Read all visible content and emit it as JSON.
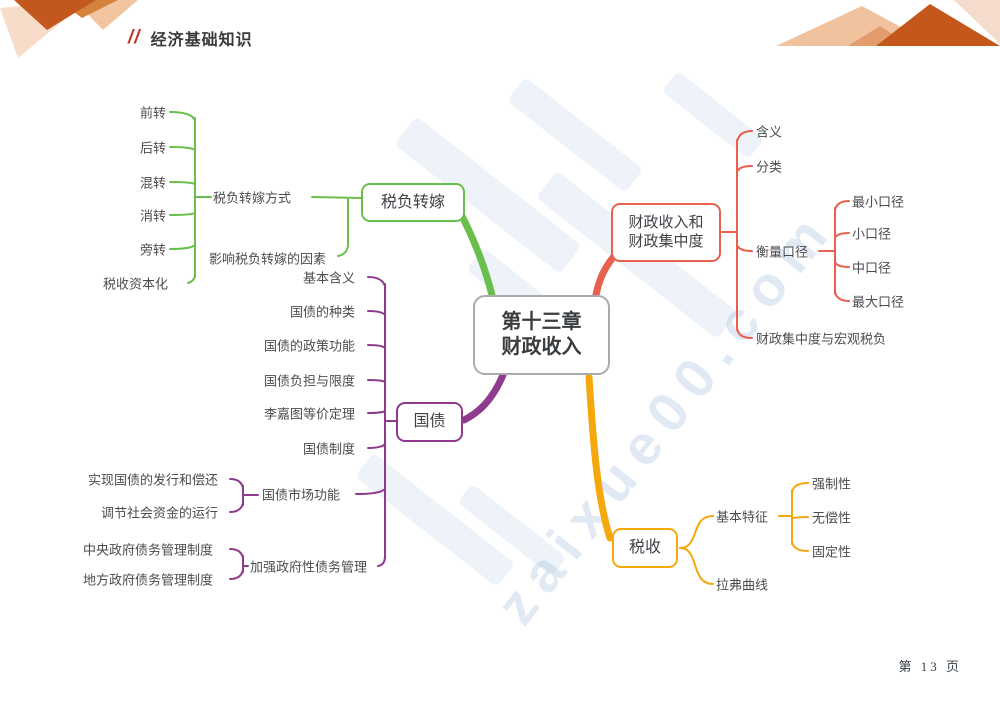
{
  "header": {
    "decoration": "//",
    "title": "经济基础知识"
  },
  "footer": {
    "page": "第 13 页"
  },
  "watermark": {
    "text": "zaixue00.com"
  },
  "colors": {
    "green": "#6abf4c",
    "red": "#e8614e",
    "purple": "#8e3b8e",
    "yellow": "#f5a80b",
    "center_border": "#a8acb1",
    "corner_dark_orange": "#c4571c",
    "corner_light_peach": "#f0c29e"
  },
  "mindmap": {
    "center": {
      "line1": "第十三章",
      "line2": "财政收入"
    },
    "green_branch": {
      "node": "税负转嫁",
      "method_label": "税负转嫁方式",
      "factors_label": "影响税负转嫁的因素",
      "children": [
        "前转",
        "后转",
        "混转",
        "消转",
        "旁转",
        "税收资本化"
      ]
    },
    "purple_branch": {
      "node": "国债",
      "children": [
        "基本含义",
        "国债的种类",
        "国债的政策功能",
        "国债负担与限度",
        "李嘉图等价定理",
        "国债制度"
      ],
      "market": {
        "label": "国债市场功能",
        "children": [
          "实现国债的发行和偿还",
          "调节社会资金的运行"
        ]
      },
      "management": {
        "label": "加强政府性债务管理",
        "children": [
          "中央政府债务管理制度",
          "地方政府债务管理制度"
        ]
      }
    },
    "red_branch": {
      "node_line1": "财政收入和",
      "node_line2": "财政集中度",
      "children": [
        "含义",
        "分类",
        "衡量口径",
        "财政集中度与宏观税负"
      ],
      "caliber_children": [
        "最小口径",
        "小口径",
        "中口径",
        "最大口径"
      ]
    },
    "yellow_branch": {
      "node": "税收",
      "features": {
        "label": "基本特征",
        "children": [
          "强制性",
          "无偿性",
          "固定性"
        ]
      },
      "laffer_label": "拉弗曲线"
    }
  }
}
